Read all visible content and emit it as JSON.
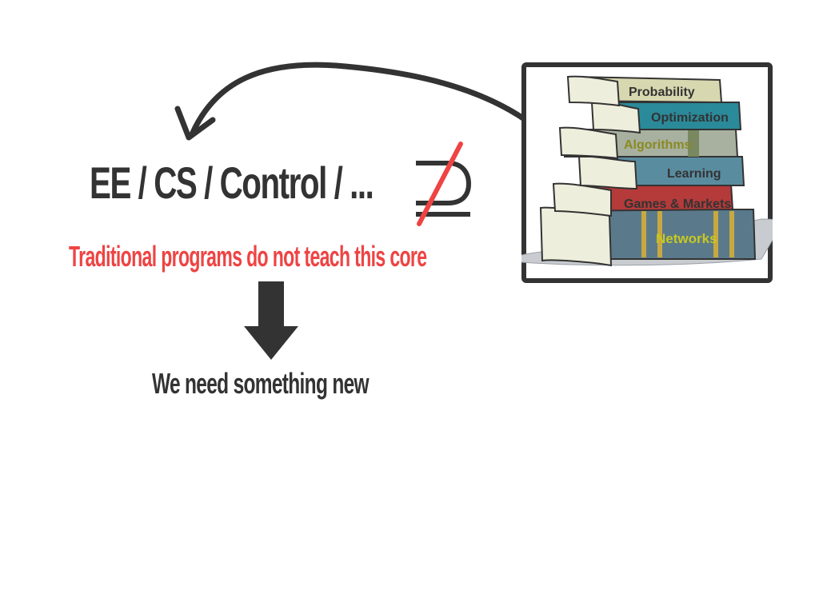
{
  "slide": {
    "heading": "EE / CS / Control / ...",
    "subtitle": "Traditional programs do not teach this core",
    "conclusion": "We need something new"
  },
  "books": {
    "titles": [
      "Probability",
      "Optimization",
      "Algorithms",
      "Learning",
      "Games & Markets",
      "Networks"
    ]
  },
  "colors": {
    "text_dark": "#333333",
    "accent_red": "#ee4444"
  },
  "icons": {
    "not_superset": "not-superset-icon",
    "down_arrow": "down-arrow-icon",
    "curved_arrow": "curved-arrow-icon",
    "books": "book-stack-icon"
  }
}
